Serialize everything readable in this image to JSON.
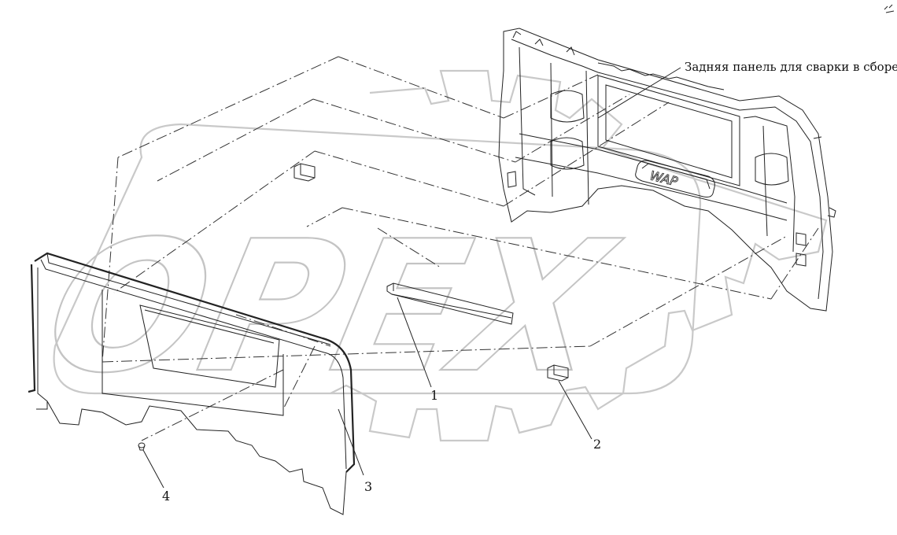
{
  "diagram": {
    "assembly_label": "Задняя панель для сварки в сборе",
    "callouts": [
      {
        "id": "part-1",
        "label": "1"
      },
      {
        "id": "part-2",
        "label": "2"
      },
      {
        "id": "part-3",
        "label": "3"
      },
      {
        "id": "part-4",
        "label": "4"
      }
    ],
    "panel_emblem_text": "WAP"
  },
  "watermark": {
    "text": "OPEX"
  },
  "colors": {
    "line": "#222222",
    "watermark": "#c4c4c4",
    "background": "#ffffff"
  }
}
